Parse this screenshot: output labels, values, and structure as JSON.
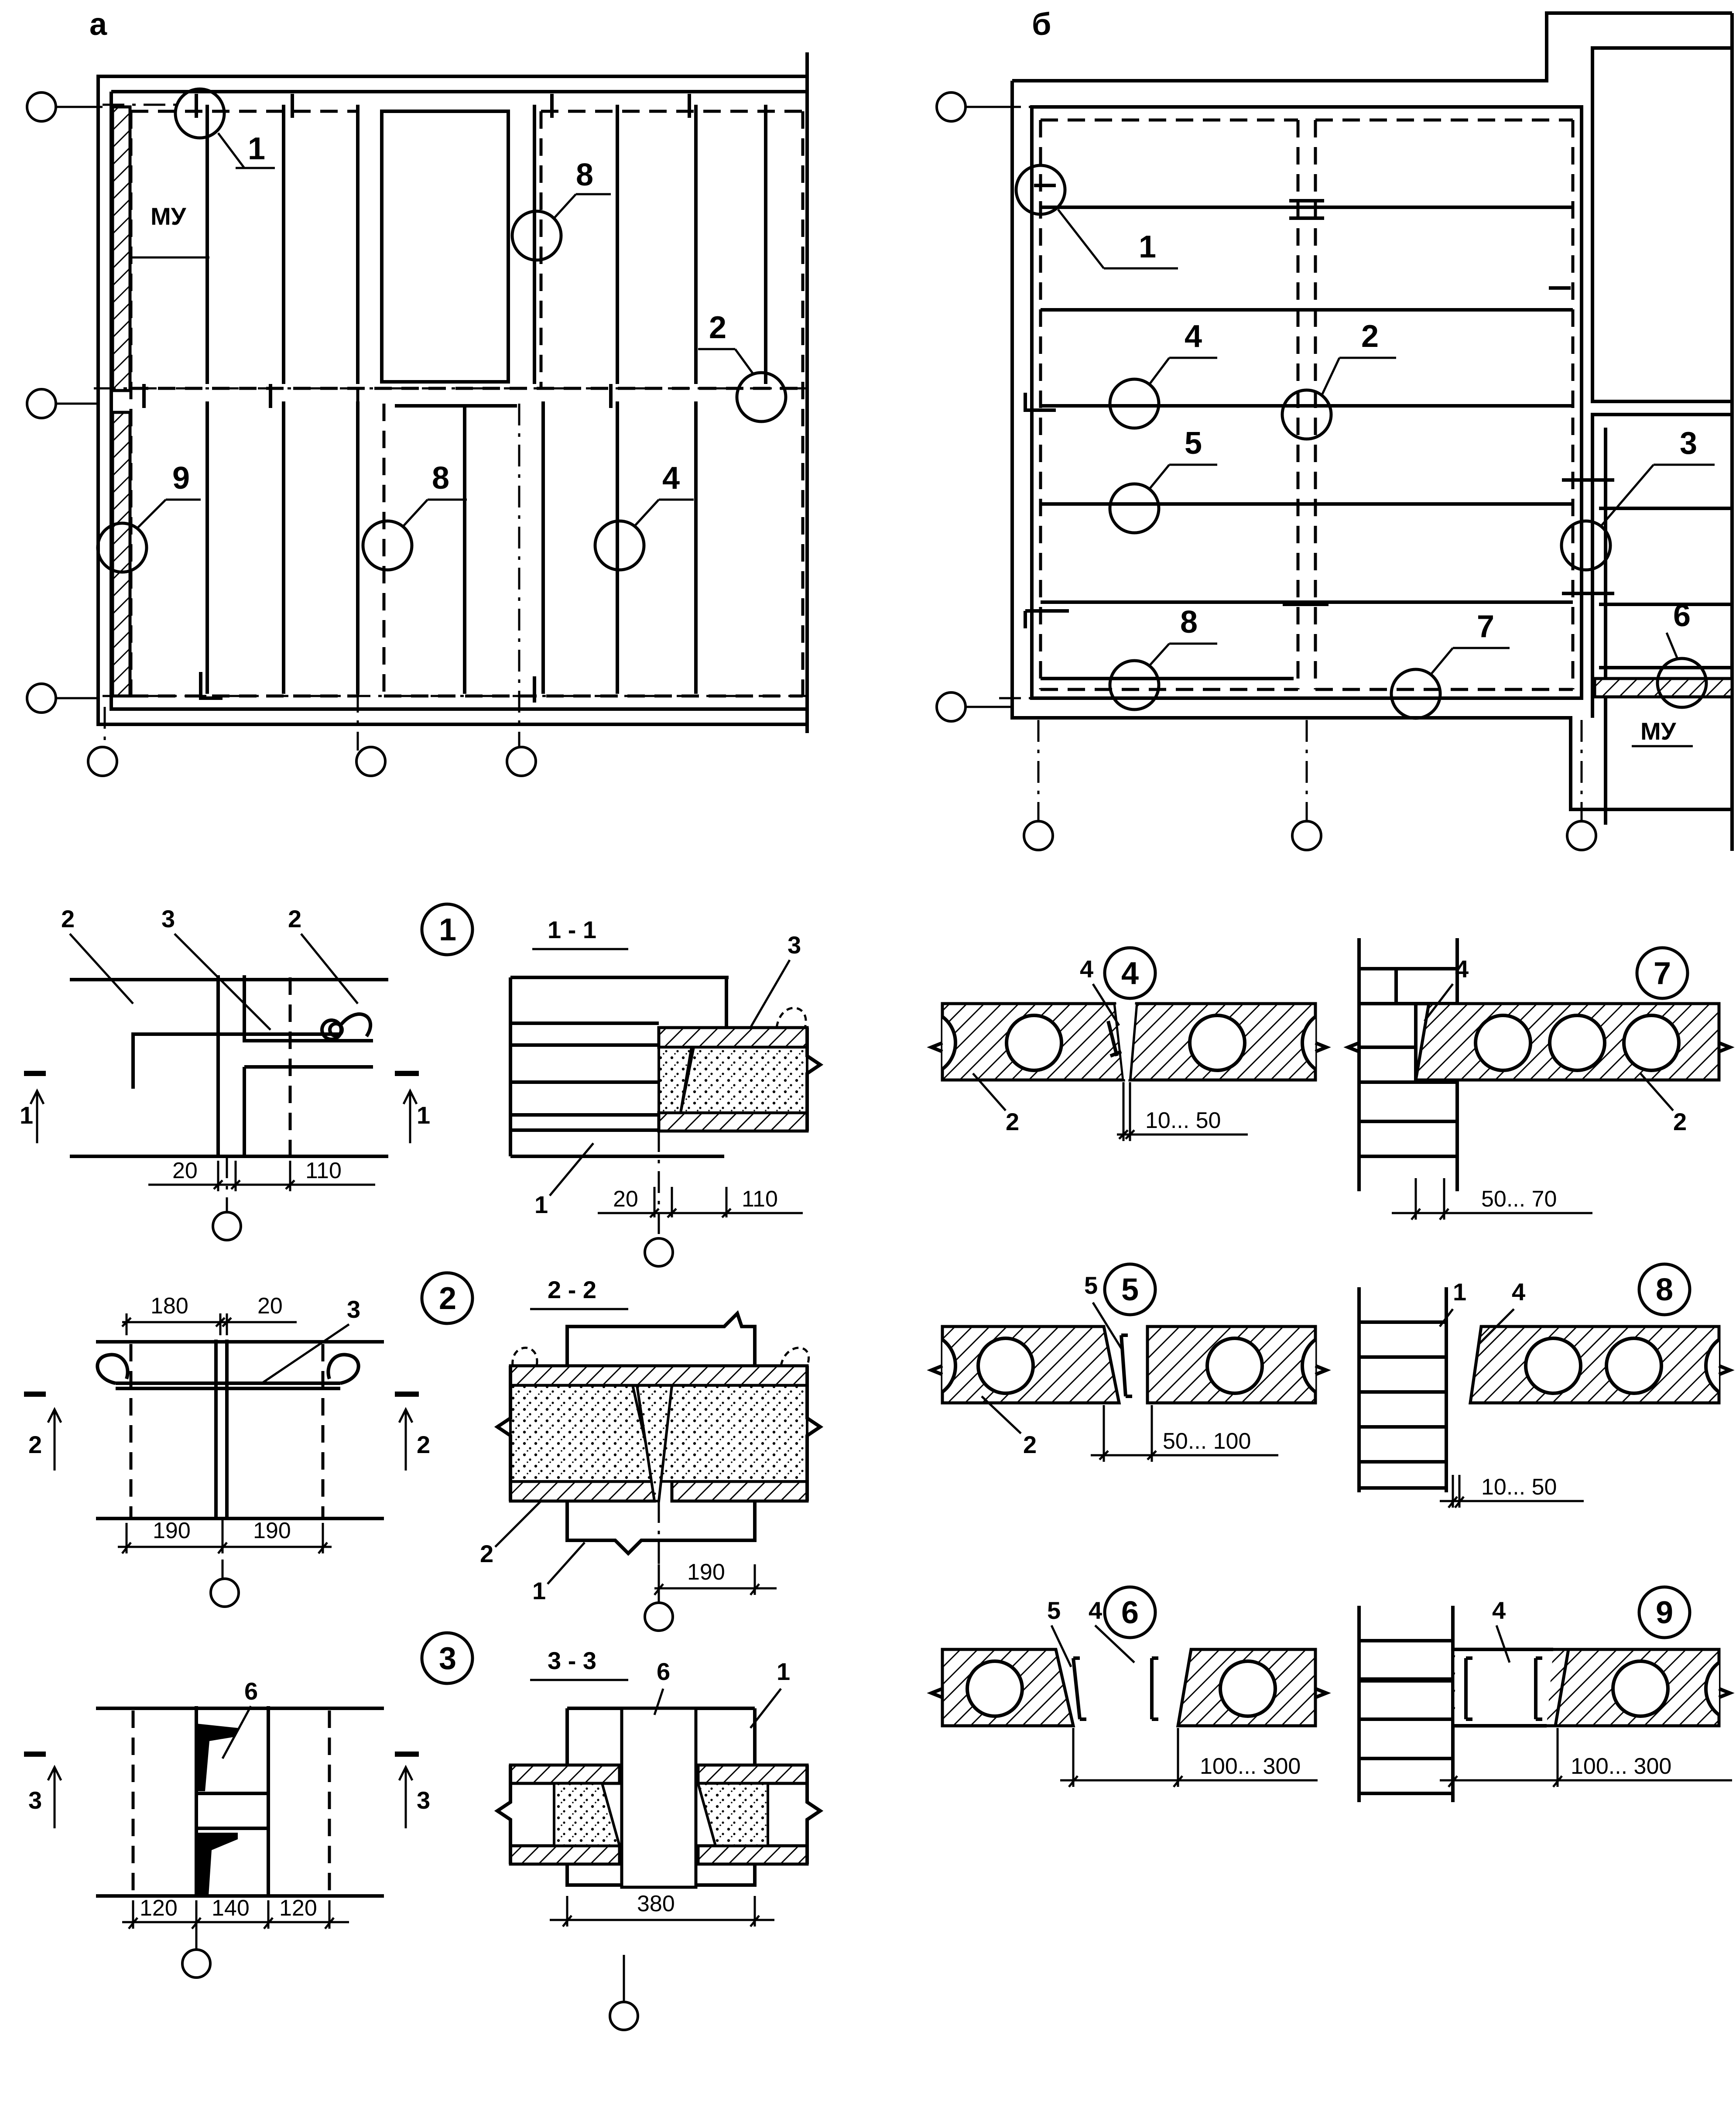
{
  "plans": {
    "a": {
      "label": "а",
      "wall_tag": "МУ",
      "callouts": [
        "1",
        "8",
        "2",
        "9",
        "8",
        "4"
      ]
    },
    "b": {
      "label": "б",
      "wall_tag": "МУ",
      "callouts": [
        "1",
        "4",
        "2",
        "5",
        "3",
        "8",
        "7",
        "6"
      ]
    }
  },
  "details": {
    "d1": {
      "num": "1",
      "labels": [
        "2",
        "3",
        "2",
        "1",
        "1"
      ],
      "dims": [
        "20",
        "110"
      ]
    },
    "d1s": {
      "section": "1 - 1",
      "labels": [
        "3",
        "1"
      ],
      "dims": [
        "20",
        "110"
      ]
    },
    "d2": {
      "num": "2",
      "labels": [
        "3",
        "2",
        "2"
      ],
      "dims": [
        "180",
        "20",
        "190",
        "190"
      ]
    },
    "d2s": {
      "section": "2 - 2",
      "labels": [
        "2",
        "1"
      ],
      "dims": [
        "190"
      ]
    },
    "d3": {
      "num": "3",
      "labels": [
        "6",
        "3",
        "3"
      ],
      "dims": [
        "120",
        "140",
        "120"
      ]
    },
    "d3s": {
      "section": "3 - 3",
      "labels": [
        "6",
        "1"
      ],
      "dims": [
        "380"
      ]
    },
    "d4": {
      "num": "4",
      "labels": [
        "4",
        "2"
      ],
      "dims": [
        "10... 50"
      ]
    },
    "d5": {
      "num": "5",
      "labels": [
        "5",
        "2"
      ],
      "dims": [
        "50... 100"
      ]
    },
    "d6": {
      "num": "6",
      "labels": [
        "5",
        "4"
      ],
      "dims": [
        "100... 300"
      ]
    },
    "d7": {
      "num": "7",
      "labels": [
        "4",
        "2"
      ],
      "dims": [
        "50... 70"
      ]
    },
    "d8": {
      "num": "8",
      "labels": [
        "1",
        "4"
      ],
      "dims": [
        "10... 50"
      ]
    },
    "d9": {
      "num": "9",
      "labels": [
        "4"
      ],
      "dims": [
        "100... 300"
      ]
    }
  }
}
